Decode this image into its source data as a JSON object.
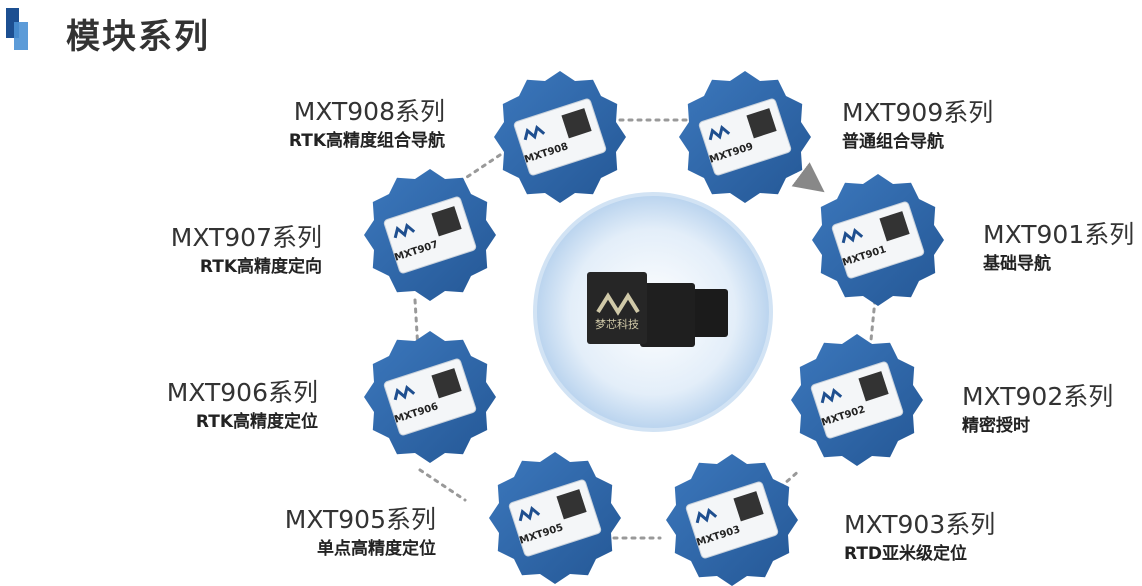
{
  "page": {
    "title": "模块系列",
    "accent_color": "#1c4f91",
    "badge_color": "#2f66a8"
  },
  "center": {
    "brand_text": "梦芯科技",
    "icon": "chip-cluster-icon"
  },
  "modules": [
    {
      "id": "908",
      "name": "MXT908系列",
      "desc": "RTK高精度组合导航",
      "chip_label": "MXT908"
    },
    {
      "id": "909",
      "name": "MXT909系列",
      "desc": "普通组合导航",
      "chip_label": "MXT909"
    },
    {
      "id": "901",
      "name": "MXT901系列",
      "desc": "基础导航",
      "chip_label": "MXT901"
    },
    {
      "id": "902",
      "name": "MXT902系列",
      "desc": "精密授时",
      "chip_label": "MXT902"
    },
    {
      "id": "903",
      "name": "MXT903系列",
      "desc": "RTD亚米级定位",
      "chip_label": "MXT903"
    },
    {
      "id": "905",
      "name": "MXT905系列",
      "desc": "单点高精度定位",
      "chip_label": "MXT905"
    },
    {
      "id": "906",
      "name": "MXT906系列",
      "desc": "RTK高精度定位",
      "chip_label": "MXT906"
    },
    {
      "id": "907",
      "name": "MXT907系列",
      "desc": "RTK高精度定向",
      "chip_label": "MXT907"
    }
  ]
}
